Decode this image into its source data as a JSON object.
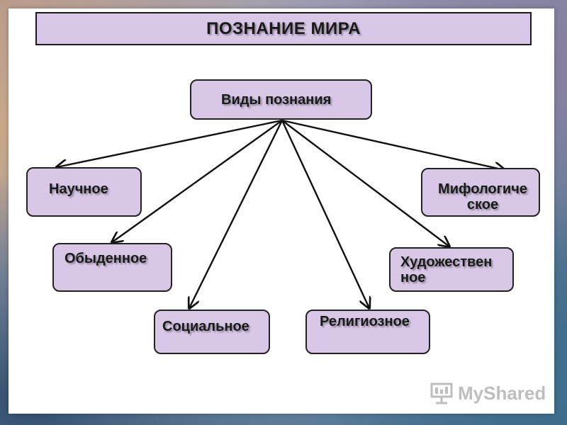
{
  "title": "ПОЗНАНИЕ МИРА",
  "root": {
    "label": "Виды познания"
  },
  "nodes": [
    {
      "id": "scientific",
      "label": "Научное"
    },
    {
      "id": "everyday",
      "label": "Обыденное"
    },
    {
      "id": "social",
      "label": "Социальное"
    },
    {
      "id": "religious",
      "label": "Религиозное"
    },
    {
      "id": "artistic",
      "label": "Художествен ное"
    },
    {
      "id": "mythological",
      "label": "Мифологиче ское"
    }
  ],
  "edges": [
    {
      "from": "root",
      "to": "scientific"
    },
    {
      "from": "root",
      "to": "everyday"
    },
    {
      "from": "root",
      "to": "social"
    },
    {
      "from": "root",
      "to": "religious"
    },
    {
      "from": "root",
      "to": "artistic"
    },
    {
      "from": "root",
      "to": "mythological"
    }
  ],
  "watermark": {
    "text": "MyShared",
    "icon": "presentation-board-icon"
  },
  "colors": {
    "node_fill": "#d8c7e6",
    "border": "#1a1a1a"
  }
}
